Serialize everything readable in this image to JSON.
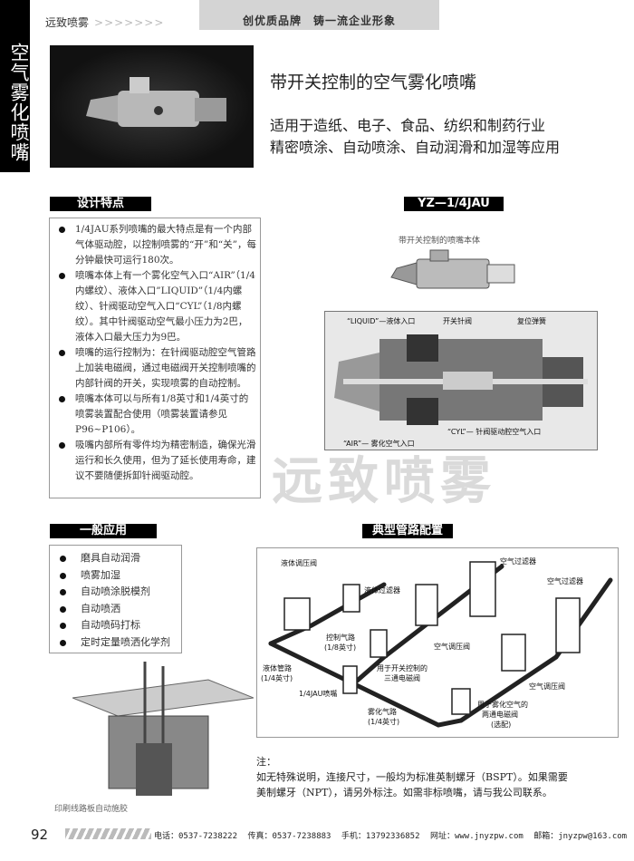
{
  "sidebar": {
    "label": "空气雾化喷嘴"
  },
  "topbar": {
    "brand": "远致喷雾",
    "arrows": ">>>>>>>",
    "slogan": "创优质品牌　铸一流企业形象"
  },
  "header": {
    "title": "带开关控制的空气雾化喷嘴",
    "subtitle_lines": [
      "适用于造纸、电子、食品、纺织和制药行业",
      "精密喷涂、自动喷涂、自动润滑和加湿等应用"
    ]
  },
  "features": {
    "heading": "设计特点",
    "items": [
      "1/4JAU系列喷嘴的最大特点是有一个内部气体驱动腔，以控制喷雾的“开”和“关”，每分钟最快可运行180次。",
      "喷嘴本体上有一个雾化空气入口“AIR”（1/4内螺纹）、液体入口”LIQUID”（1/4内螺纹）、针阀驱动空气入口“CYL”（1/8内螺纹）。其中针阀驱动空气最小压力为2巴，液体入口最大压力为9巴。",
      "喷嘴的运行控制为：在针阀驱动腔空气管路上加装电磁阀，通过电磁阀开关控制喷嘴的内部针阀的开关，实现喷雾的自动控制。",
      "喷嘴本体可以与所有1/8英寸和1/4英寸的喷雾装置配合使用（喷雾装置请参见P96~P106）。",
      "吸嘴内部所有零件均为精密制造，确保光滑运行和长久使用，但为了延长使用寿命，建议不要随便拆卸针阀驱动腔。"
    ]
  },
  "model": {
    "heading": "YZ—1/4JAU",
    "body_caption": "带开关控制的喷嘴本体",
    "section_labels": {
      "liquid": "“LIQUID”—液体入口",
      "needle": "开关针阀",
      "spring": "复位弹簧",
      "cyl": "“CYL”— 针阀驱动腔空气入口",
      "air": "“AIR”— 雾化空气入口"
    }
  },
  "watermark": "远致喷雾",
  "applications": {
    "heading": "一般应用",
    "items": [
      "磨具自动润滑",
      "喷雾加湿",
      "自动喷涂脱模剂",
      "自动喷洒",
      "自动喷码打标",
      "定时定量喷洒化学剂"
    ],
    "photo_caption": "印刷线路板自动施胶"
  },
  "piping": {
    "heading": "典型管路配置",
    "labels": {
      "liquid_regulator": "液体调压阀",
      "liquid_filter": "液体过滤器",
      "air_filter_1": "空气过滤器",
      "air_filter_2": "空气过滤器",
      "air_regulator_1": "空气调压阀",
      "air_regulator_2": "空气调压阀",
      "control_line": "控制气路",
      "control_size": "(1/8英寸)",
      "three_way": "用于开关控制的",
      "three_way_2": "三通电磁阀",
      "liquid_line": "液体管路",
      "liquid_size": "(1/4英寸)",
      "nozzle": "1/4JAU喷嘴",
      "atom_line": "雾化气路",
      "atom_size": "(1/4英寸)",
      "two_way": "用于雾化空气的",
      "two_way_2": "两通电磁阀",
      "two_way_3": "(选配)"
    }
  },
  "note": {
    "label": "注：",
    "lines": [
      "如无特殊说明，连接尺寸，一般均为标准英制螺牙（BSPT）。如果需要",
      "美制螺牙（NPT），请另外标注。如需非标喷嘴，请与我公司联系。"
    ]
  },
  "footer": {
    "page": "92",
    "phone": "电话：0537-7238222",
    "fax": "传真：0537-7238883",
    "mobile": "手机：13792336852",
    "web": "网址：www.jnyzpw.com",
    "email": "邮箱：jnyzpw@163.com"
  }
}
